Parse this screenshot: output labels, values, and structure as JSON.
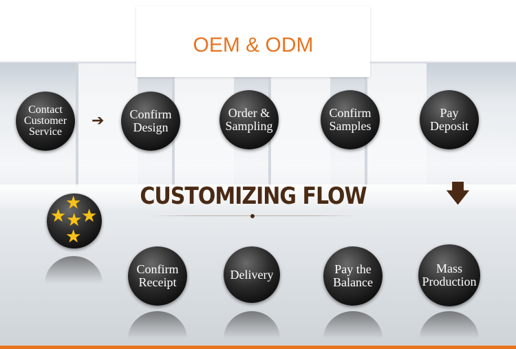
{
  "header": {
    "title": "OEM & ODM"
  },
  "flow_title": "CUSTOMIZING FLOW",
  "steps_top": [
    {
      "label": "Contact\nCustomer\nService"
    },
    {
      "label": "Confirm\nDesign"
    },
    {
      "label": "Order &\nSampling"
    },
    {
      "label": "Confirm\nSamples"
    },
    {
      "label": "Pay\nDeposit"
    }
  ],
  "steps_bottom": [
    {
      "label": "Confirm\nReceipt"
    },
    {
      "label": "Delivery"
    },
    {
      "label": "Pay the\nBalance"
    },
    {
      "label": "Mass\nProduction"
    }
  ],
  "icons": {
    "arrow_right": "arrow-right-icon",
    "arrow_down": "arrow-down-icon",
    "stars": "stars-badge-icon"
  },
  "colors": {
    "accent": "#e8731f",
    "title_brown": "#4a2a14",
    "star": "#f6c21a"
  }
}
